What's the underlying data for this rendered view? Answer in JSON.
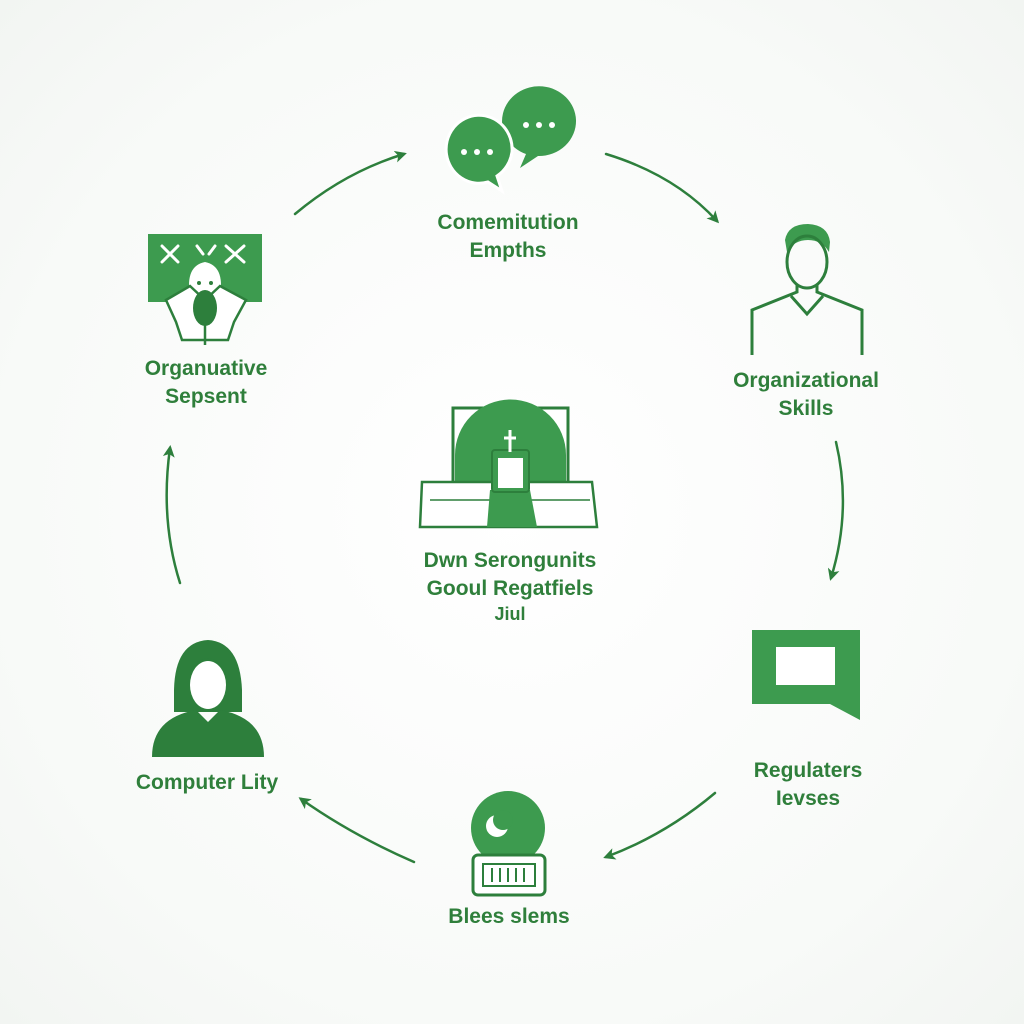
{
  "colors": {
    "primary": "#3d9b4f",
    "dark": "#2d7f3c",
    "label": "#2f7f3b",
    "background": "#f9fbf9"
  },
  "center": {
    "icon": "laptop-cross-icon",
    "lines": [
      "Dwn Serongunits",
      "Gooul Regatfiels",
      "Jiul"
    ]
  },
  "nodes": [
    {
      "id": "communication",
      "icon": "chat-bubbles-icon",
      "lines": [
        "Comemitution",
        "Empths"
      ]
    },
    {
      "id": "organizational-skills",
      "icon": "man-avatar-icon",
      "lines": [
        "Organizational",
        "Skills"
      ]
    },
    {
      "id": "regulaters",
      "icon": "speech-box-icon",
      "lines": [
        "Regulaters",
        "Ievses"
      ]
    },
    {
      "id": "blees",
      "icon": "globe-keyboard-icon",
      "lines": [
        "Blees slems"
      ]
    },
    {
      "id": "computer",
      "icon": "woman-avatar-icon",
      "lines": [
        "Computer Lity"
      ]
    },
    {
      "id": "organuative",
      "icon": "mascot-banner-icon",
      "lines": [
        "Organuative",
        "Sepsent"
      ]
    }
  ]
}
